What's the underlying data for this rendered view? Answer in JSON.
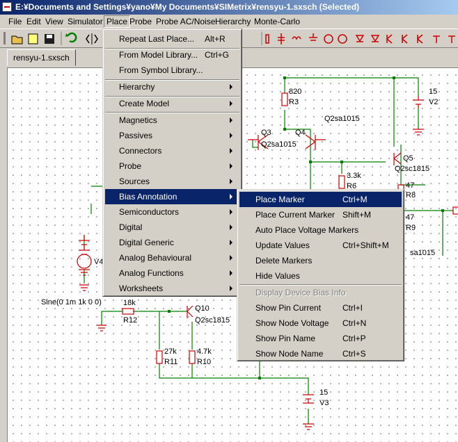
{
  "window": {
    "title": "E:¥Documents and Settings¥yano¥My Documents¥SIMetrix¥rensyu-1.sxsch (Selected)"
  },
  "menubar": {
    "items": [
      "File",
      "Edit",
      "View",
      "Simulator",
      "Place",
      "Probe",
      "Probe AC/Noise",
      "Hierarchy",
      "Monte-Carlo"
    ],
    "active": "Place"
  },
  "tab": {
    "label": "rensyu-1.sxsch"
  },
  "place_menu": {
    "items": [
      {
        "label": "Repeat Last Place...",
        "shortcut": "Alt+R"
      },
      {
        "label": "From Model Library...",
        "shortcut": "Ctrl+G"
      },
      {
        "label": "From Symbol Library..."
      },
      {
        "label": "Hierarchy"
      },
      {
        "label": "Create Model"
      },
      {
        "label": "Magnetics"
      },
      {
        "label": "Passives"
      },
      {
        "label": "Connectors"
      },
      {
        "label": "Probe"
      },
      {
        "label": "Sources"
      },
      {
        "label": "Bias Annotation"
      },
      {
        "label": "Semiconductors"
      },
      {
        "label": "Digital"
      },
      {
        "label": "Digital Generic"
      },
      {
        "label": "Analog Behavioural"
      },
      {
        "label": "Analog Functions"
      },
      {
        "label": "Worksheets"
      }
    ]
  },
  "bias_menu": {
    "items": [
      {
        "label": "Place Marker",
        "shortcut": "Ctrl+M"
      },
      {
        "label": "Place Current Marker",
        "shortcut": "Shift+M"
      },
      {
        "label": "Auto Place Voltage Markers"
      },
      {
        "label": "Update Values",
        "shortcut": "Ctrl+Shift+M"
      },
      {
        "label": "Delete Markers"
      },
      {
        "label": "Hide Values"
      },
      {
        "label": "Display Device Bias Info"
      },
      {
        "label": "Show Pin Current",
        "shortcut": "Ctrl+I"
      },
      {
        "label": "Show Node Voltage",
        "shortcut": "Ctrl+N"
      },
      {
        "label": "Show Pin Name",
        "shortcut": "Ctrl+P"
      },
      {
        "label": "Show Node Name",
        "shortcut": "Ctrl+S"
      }
    ]
  },
  "schematic": {
    "labels": {
      "r3_val": "820",
      "r3_ref": "R3",
      "v2_val": "15",
      "v2_ref": "V2",
      "q2_model": "Q2sa1015",
      "q3_ref": "Q3",
      "q4_ref": "Q4",
      "q34_model": "Q2sa1015",
      "q5_ref": "Q5",
      "q5_model": "Q2sc1815",
      "r6_val": "3.3k",
      "r6_ref": "R6",
      "r8_val": "47",
      "r8_ref": "R8",
      "r9_val": "47",
      "r9_ref": "R9",
      "qsa_model": "sa1015",
      "v4_ref": "V4",
      "sine": "Sine(0 1m 1k 0 0)",
      "r12_val": "18k",
      "r12_ref": "R12",
      "q10_ref": "Q10",
      "q10_model": "Q2sc1815",
      "r11_val": "27k",
      "r11_ref": "R11",
      "r10_val": "4.7k",
      "r10_ref": "R10",
      "v3_val": "15",
      "v3_ref": "V3"
    }
  },
  "colors": {
    "title_start": "#0a246a",
    "title_end": "#a6caf0",
    "highlight": "#0a246a",
    "wire": "#008000",
    "component": "#cc0000"
  }
}
